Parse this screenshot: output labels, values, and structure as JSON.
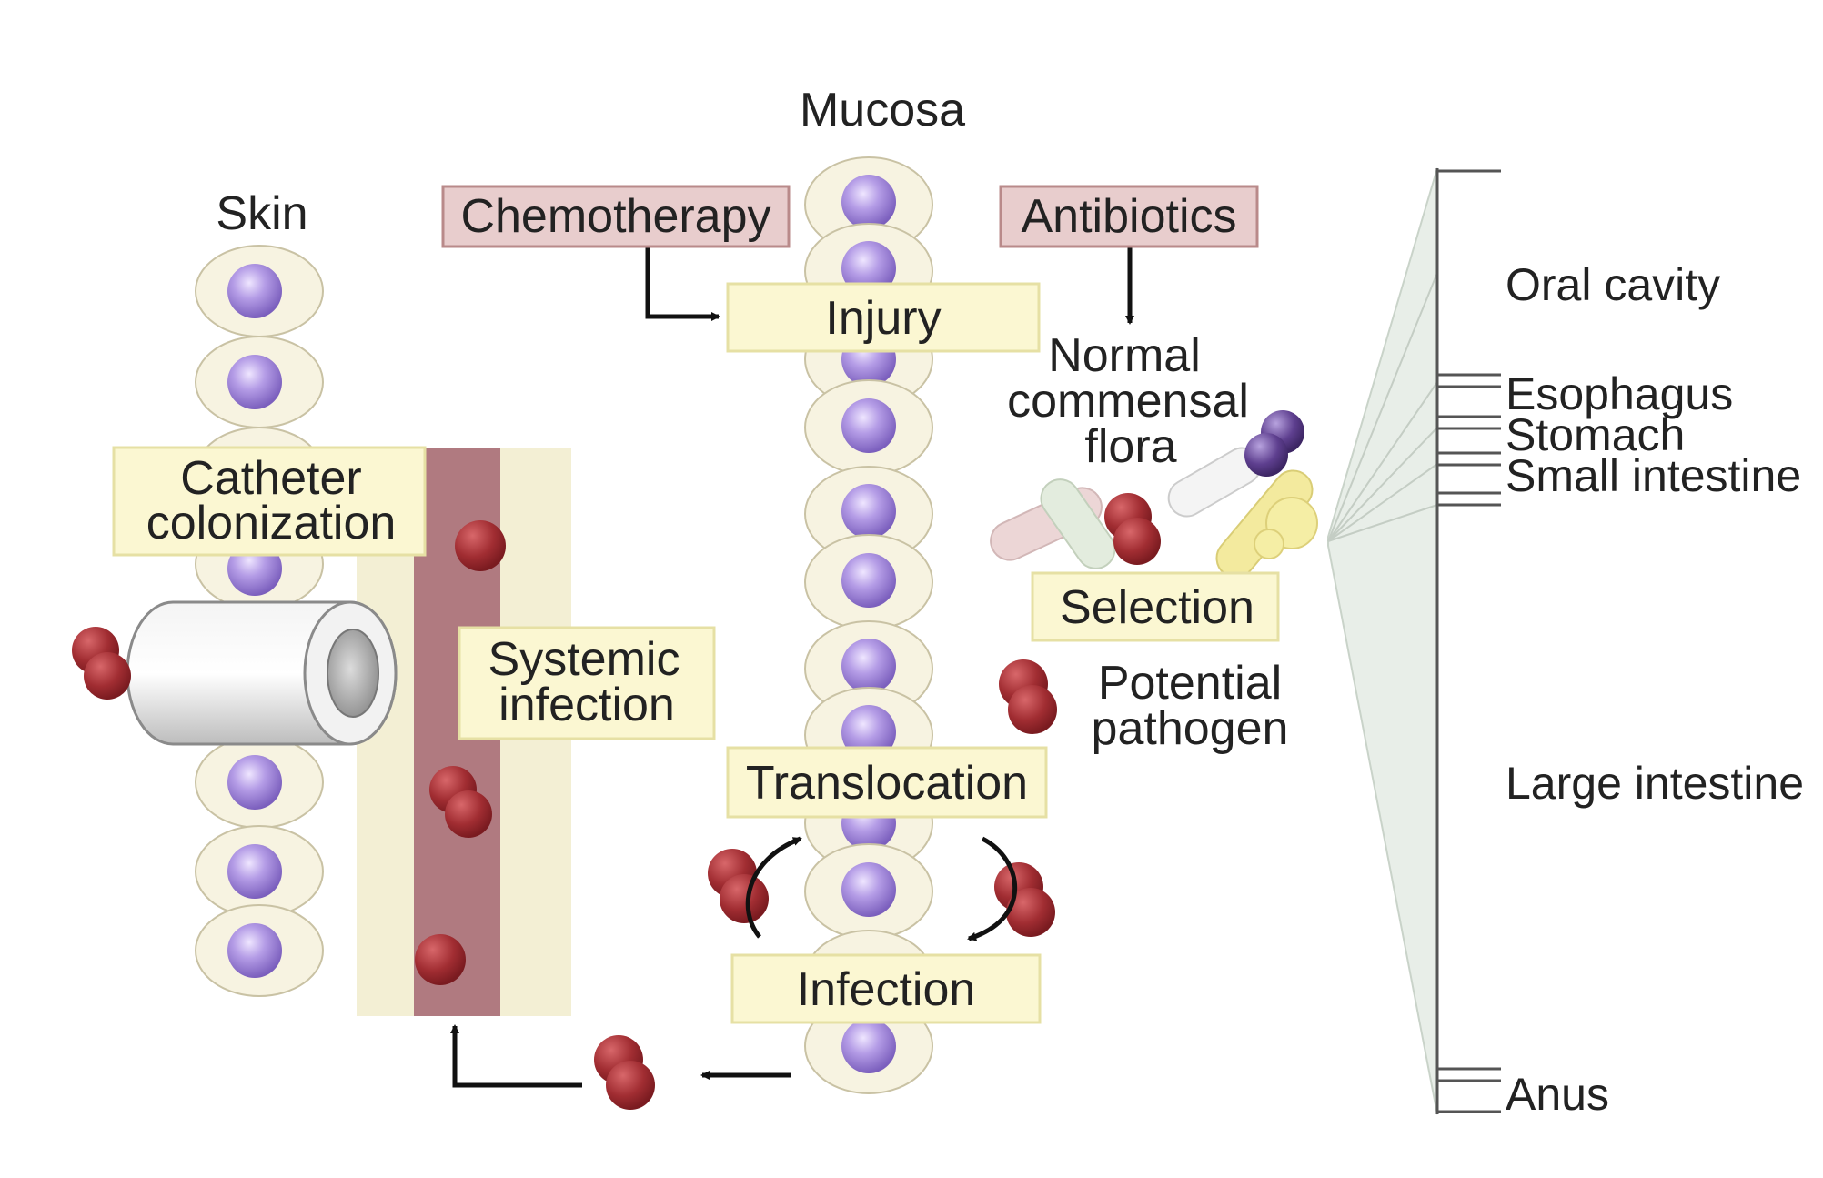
{
  "diagram": {
    "skin_label": "Skin",
    "mucosa_label": "Mucosa",
    "chemotherapy": "Chemotherapy",
    "antibiotics": "Antibiotics",
    "injury": "Injury",
    "normal_flora": [
      "Normal",
      "commensal",
      "flora"
    ],
    "catheter_colonization": [
      "Catheter",
      "colonization"
    ],
    "systemic_infection": [
      "Systemic",
      "infection"
    ],
    "selection": "Selection",
    "potential_pathogen": [
      "Potential",
      "pathogen"
    ],
    "translocation": "Translocation",
    "infection": "Infection"
  },
  "gut_regions": {
    "oral_cavity": "Oral cavity",
    "esophagus": "Esophagus",
    "stomach": "Stomach",
    "small_intestine": "Small intestine",
    "large_intestine": "Large intestine",
    "anus": "Anus"
  },
  "colors": {
    "label_box_fill": "#fbf7d2",
    "label_box_stroke": "#e6e0a4",
    "drug_box_fill": "#e8cdcd",
    "drug_box_stroke": "#b98a8a",
    "cell_fill": "#f7f3e1",
    "nucleus": "#a38ad8",
    "pathogen": "#9c2a2e",
    "vessel": "#b07a80",
    "vessel_wall": "#f3efd4",
    "gut_panel": "#e8eee8"
  }
}
